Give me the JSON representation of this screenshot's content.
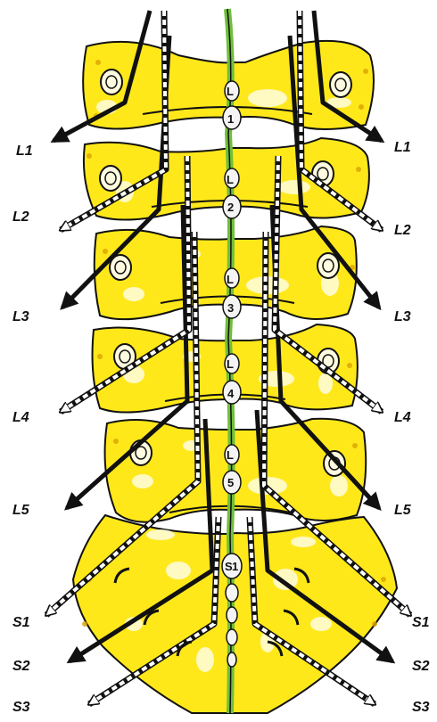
{
  "diagram": {
    "left_labels": [
      "L1",
      "L2",
      "L3",
      "L4",
      "L5",
      "S1",
      "S2",
      "S3"
    ],
    "right_labels": [
      "L1",
      "L2",
      "L3",
      "L4",
      "L5",
      "S1",
      "S2",
      "S3"
    ],
    "spinal_cord_labels": [
      {
        "letter": "L",
        "number": "1"
      },
      {
        "letter": "L",
        "number": "2"
      },
      {
        "letter": "L",
        "number": "3"
      },
      {
        "letter": "L",
        "number": "4"
      },
      {
        "letter": "L",
        "number": "5"
      },
      {
        "letter": "S",
        "number": "1"
      }
    ],
    "colors": {
      "bone": "#ffe81a",
      "bone_highlight": "#fffbe0",
      "bone_shadow": "#d9a200",
      "outline": "#111111",
      "cord": "#6fbf3a",
      "cord_node": "#f4f4f4",
      "hollow_arrow": "#ffffff"
    }
  }
}
